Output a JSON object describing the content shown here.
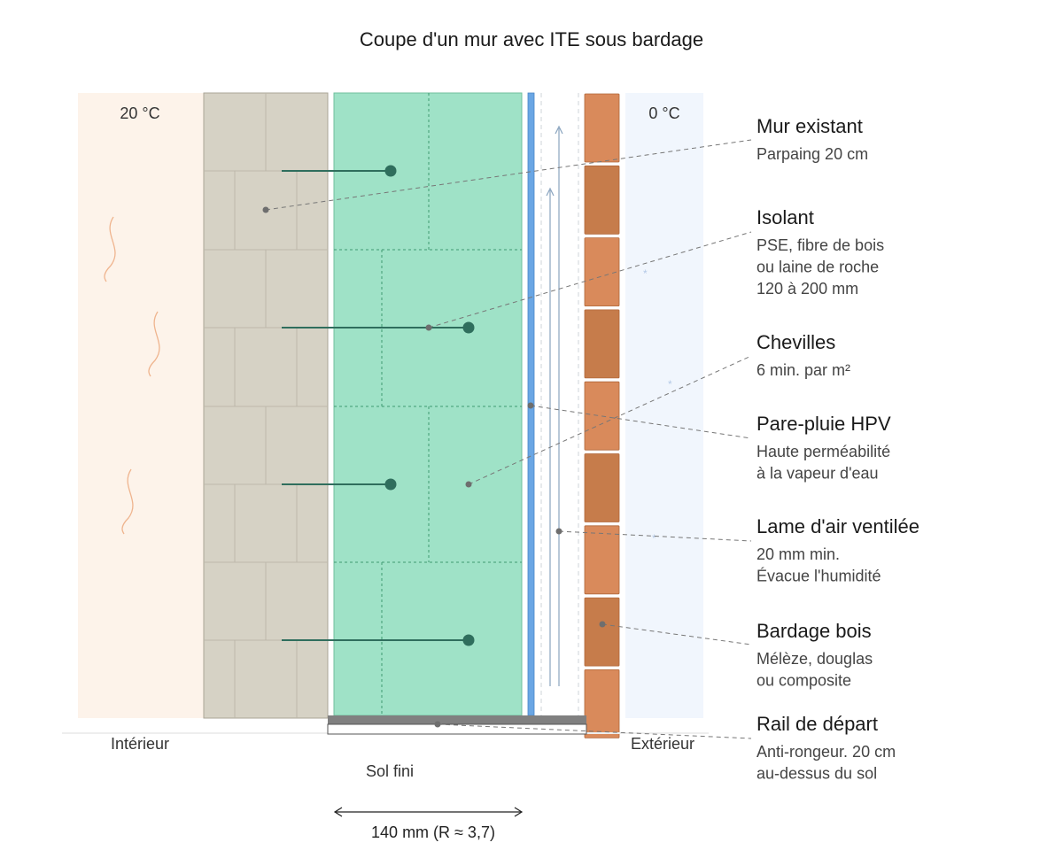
{
  "title": "Coupe d'un mur avec ITE sous bardage",
  "temperatures": {
    "interior": "20 °C",
    "exterior": "0 °C"
  },
  "zones": {
    "interior": "Intérieur",
    "exterior": "Extérieur",
    "floor": "Sol fini"
  },
  "dimension": {
    "label": "140 mm (R ≈ 3,7)"
  },
  "colors": {
    "interior_bg": "#fdf3ea",
    "exterior_bg": "#f1f6fd",
    "masonry": "#d6d2c5",
    "masonry_joint": "#bdb8aa",
    "insulation": "#9fe2c7",
    "insulation_joint": "#3f9a72",
    "membrane": "#6aa6e4",
    "cladding_light": "#d98a5b",
    "cladding_dark": "#c67c4b",
    "anchor": "#2f6e5d",
    "rail": "#808080",
    "heat_wave": "#efb48e",
    "leader": "#777777"
  },
  "labels": [
    {
      "id": "mur-existant",
      "title": "Mur existant",
      "lines": [
        "Parpaing 20 cm"
      ]
    },
    {
      "id": "isolant",
      "title": "Isolant",
      "lines": [
        "PSE, fibre de bois",
        "ou laine de roche",
        "120 à 200 mm"
      ]
    },
    {
      "id": "chevilles",
      "title": "Chevilles",
      "lines": [
        "6 min. par m²"
      ]
    },
    {
      "id": "pare-pluie",
      "title": "Pare-pluie HPV",
      "lines": [
        "Haute perméabilité",
        "à la vapeur d'eau"
      ]
    },
    {
      "id": "lame-air",
      "title": "Lame d'air ventilée",
      "lines": [
        "20 mm min.",
        "Évacue l'humidité"
      ]
    },
    {
      "id": "bardage",
      "title": "Bardage bois",
      "lines": [
        "Mélèze, douglas",
        "ou composite"
      ]
    },
    {
      "id": "rail",
      "title": "Rail de départ",
      "lines": [
        "Anti-rongeur. 20 cm",
        "au-dessus du sol"
      ]
    }
  ],
  "icons": {
    "heat": "heat-wave-icon",
    "cold": "snowflake-icon",
    "airflow": "airflow-arrow-icon"
  }
}
